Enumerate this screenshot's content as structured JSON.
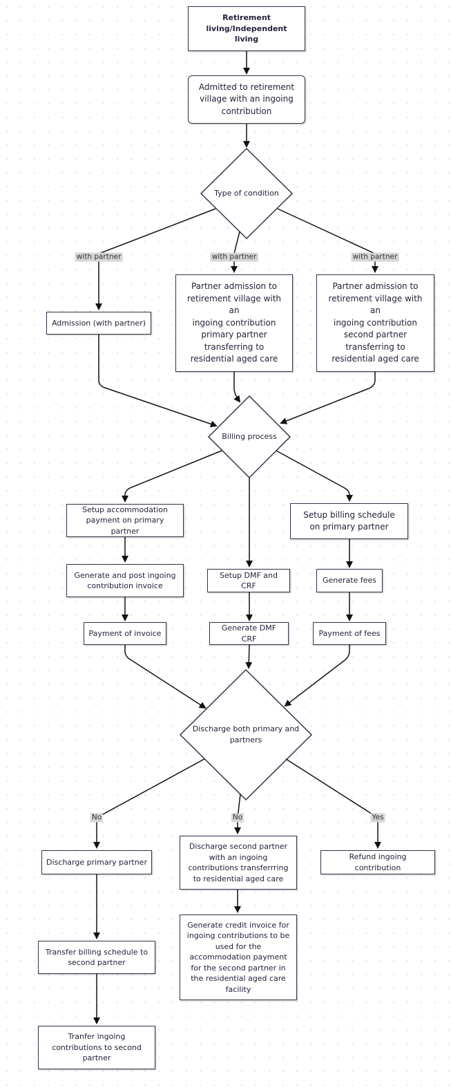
{
  "nodes": {
    "retirement_living": "Retirement\nliving/Independent\nliving",
    "admitted": "Admitted to retirement\nvillage with an ingoing\ncontribution",
    "type_condition": "Type of condition",
    "admission_with_partner": "Admission (with partner)",
    "partner_primary": "Partner admission to\nretirement village with\nan\ningoing contribution\nprimary partner\ntransferring to\nresidential aged care",
    "partner_second": "Partner admission to\nretirement village with\nan\ningoing contribution\nsecond partner\ntransferring to\nresidential aged care",
    "billing_process": "Billing process",
    "setup_accommodation": "Setup accommodation\npayment on primary partner",
    "setup_billing_schedule": "Setup billing schedule\non primary partner",
    "generate_post_invoice": "Generate and post ingoing\ncontribution invoice",
    "setup_dmf_crf": "Setup DMF and CRF",
    "generate_fees": "Generate fees",
    "payment_invoice": "Payment of invoice",
    "generate_dmf_crf": "Generate DMF CRF",
    "payment_fees": "Payment of fees",
    "discharge_both": "Discharge both primary and\npartners",
    "discharge_primary": "Discharge primary partner",
    "discharge_second": "Discharge second partner\nwith an ingoing\ncontributions transferrring\nto residential aged care",
    "refund": "Refund ingoing contribution",
    "transfer_billing": "Transfer billing schedule to\nsecond partner",
    "credit_invoice": "Generate credit invoice for\ningoing contributions to be\nused for the\naccommodation payment\nfor the second partner in\nthe residential aged care\nfacility",
    "tranfer_contributions": "Tranfer ingoing\ncontributions to second\npartner"
  },
  "edge_labels": {
    "with_partner_left": "with partner",
    "with_partner_mid": "with partner",
    "with_partner_right": "with partner",
    "no_left": "No",
    "no_mid": "No",
    "yes_right": "Yes"
  }
}
